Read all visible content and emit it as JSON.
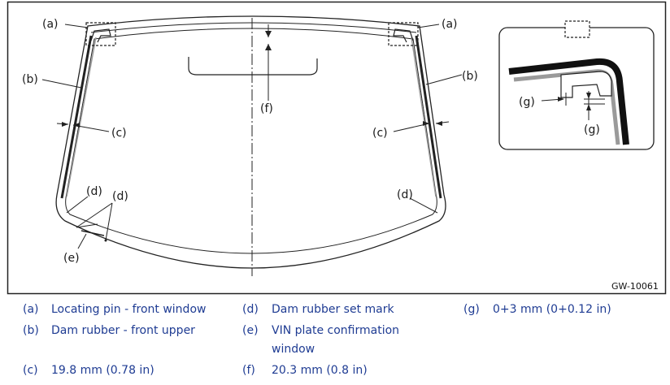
{
  "figure_code": "GW-10061",
  "callouts": {
    "a": "(a)",
    "b": "(b)",
    "c": "(c)",
    "d": "(d)",
    "e": "(e)",
    "f": "(f)",
    "g": "(g)"
  },
  "legend": [
    {
      "key": "(a)",
      "text": "Locating pin - front window"
    },
    {
      "key": "(b)",
      "text": "Dam rubber - front upper"
    },
    {
      "key": "(c)",
      "text": "19.8 mm (0.78 in)"
    },
    {
      "key": "(d)",
      "text": "Dam rubber set mark"
    },
    {
      "key": "(e)",
      "text": "VIN plate confirmation",
      "text2": "window"
    },
    {
      "key": "(f)",
      "text": "20.3 mm (0.8 in)"
    },
    {
      "key": "(g)",
      "text": "0+3 mm (0+0.12 in)"
    }
  ],
  "colors": {
    "legend_text": "#1f3c93",
    "line": "#1a1a1a",
    "dam_gray": "#9a9a9a"
  }
}
